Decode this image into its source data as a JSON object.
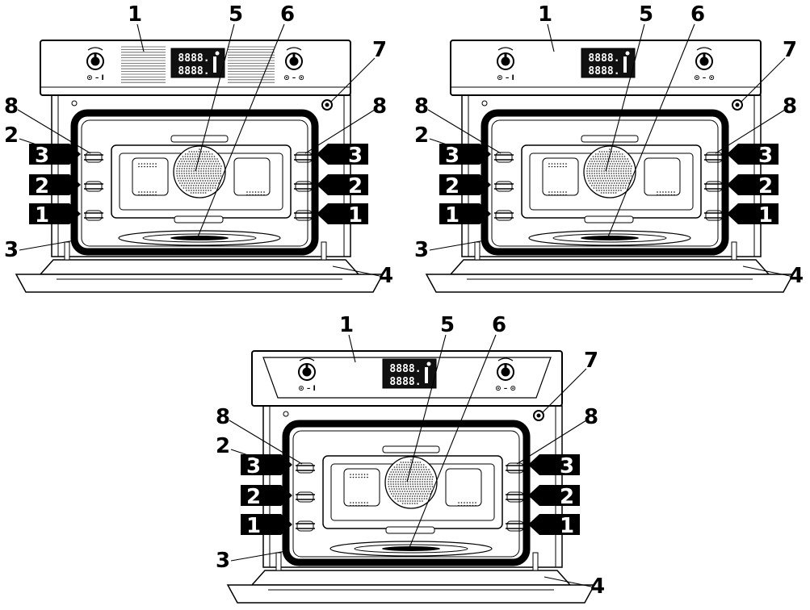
{
  "ovens": [
    {
      "variant": "striped-panel",
      "callouts": [
        "1",
        "5",
        "6",
        "7",
        "8",
        "8",
        "2",
        "3",
        "4"
      ],
      "shelves_left": [
        "3",
        "2",
        "1"
      ],
      "shelves_right": [
        "3",
        "2",
        "1"
      ],
      "display": {
        "line1": "8888.",
        "line2": "8888."
      },
      "knob_left_caption": "⊙ – I",
      "knob_right_caption": "⊙ – ⊙"
    },
    {
      "variant": "plain-panel",
      "callouts": [
        "1",
        "5",
        "6",
        "7",
        "8",
        "8",
        "2",
        "3",
        "4"
      ],
      "shelves_left": [
        "3",
        "2",
        "1"
      ],
      "shelves_right": [
        "3",
        "2",
        "1"
      ],
      "display": {
        "line1": "8888.",
        "line2": "8888."
      },
      "knob_left_caption": "⊙ – I",
      "knob_right_caption": "⊙ – ⊙"
    },
    {
      "variant": "tapered-panel",
      "callouts": [
        "1",
        "5",
        "6",
        "7",
        "8",
        "8",
        "2",
        "3",
        "4"
      ],
      "shelves_left": [
        "3",
        "2",
        "1"
      ],
      "shelves_right": [
        "3",
        "2",
        "1"
      ],
      "display": {
        "line1": "8888.",
        "line2": "8888."
      },
      "knob_left_caption": "⊙ – I",
      "knob_right_caption": "⊙ – ⊙"
    }
  ]
}
